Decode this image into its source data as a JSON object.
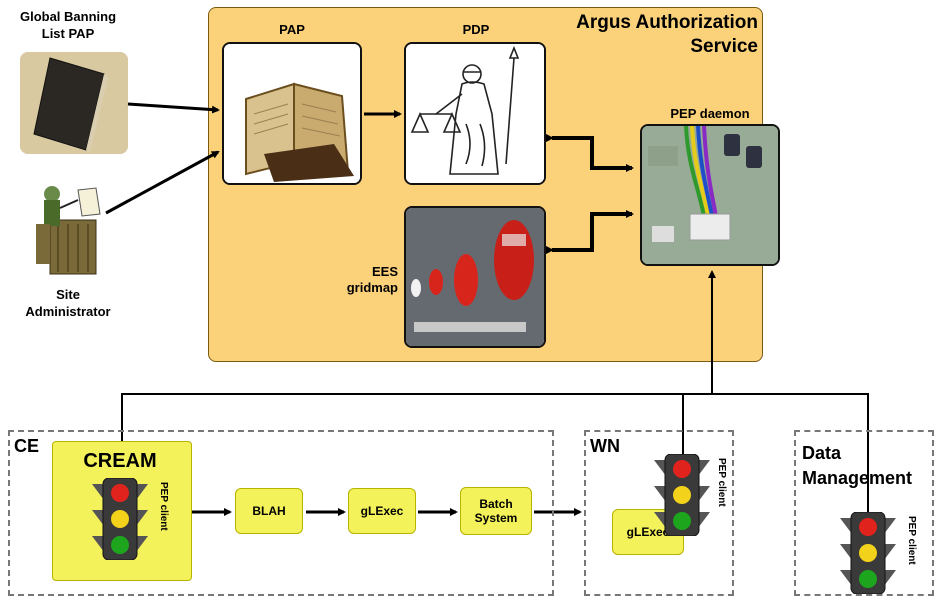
{
  "argus": {
    "title_line1": "Argus Authorization",
    "title_line2": "Service"
  },
  "pap": {
    "label": "PAP"
  },
  "pdp": {
    "label": "PDP"
  },
  "pep_daemon": {
    "label": "PEP daemon"
  },
  "ees": {
    "label_line1": "EES",
    "label_line2": "gridmap"
  },
  "global_banning": {
    "label_line1": "Global Banning",
    "label_line2": "List PAP"
  },
  "site_admin": {
    "label_line1": "Site",
    "label_line2": "Administrator"
  },
  "ce": {
    "label": "CE",
    "cream_label": "CREAM",
    "pep_client": "PEP client"
  },
  "blah": {
    "label": "BLAH"
  },
  "glexec_ce": {
    "label": "gLExec"
  },
  "batch": {
    "label_line1": "Batch",
    "label_line2": "System"
  },
  "wn": {
    "label": "WN",
    "pep_client": "PEP client",
    "glexec_label": "gLExec"
  },
  "dm": {
    "label_line1": "Data",
    "label_line2": "Management",
    "pep_client": "PEP client"
  },
  "colors": {
    "service_fill": "#fbd27a",
    "box_yellow": "#f4f25a",
    "traffic_red": "#e0231c",
    "traffic_yellow": "#f2d21b",
    "traffic_green": "#1ea51e"
  }
}
